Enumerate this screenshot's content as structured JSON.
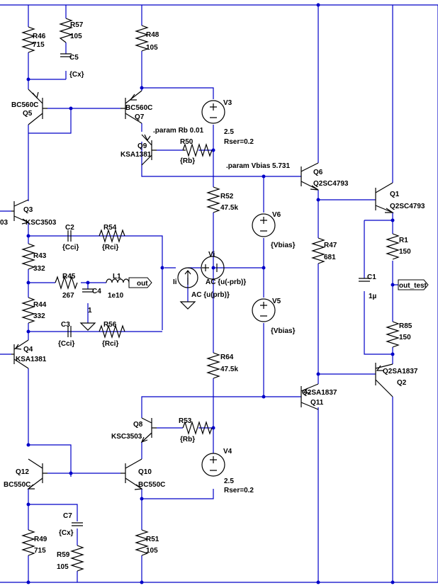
{
  "components": {
    "R46": {
      "name": "R46",
      "value": "715"
    },
    "R57": {
      "name": "R57",
      "value": "105"
    },
    "C5": {
      "name": "C5",
      "value": "{Cx}"
    },
    "R48": {
      "name": "R48",
      "value": "105"
    },
    "Q5": {
      "name": "Q5",
      "model": "BC560C"
    },
    "Q7": {
      "name": "Q7",
      "model": "BC560C"
    },
    "V3": {
      "name": "V3",
      "value": "2.5",
      "rser": "Rser=0.2"
    },
    "Q9": {
      "name": "Q9",
      "model": "KSA1381"
    },
    "R50": {
      "name": "R50",
      "value": "{Rb}"
    },
    "Q3": {
      "name": "Q3",
      "model": "KSC3503",
      "model_left": "03"
    },
    "C2": {
      "name": "C2",
      "value": "{Cci}"
    },
    "R54": {
      "name": "R54",
      "value": "{Rci}"
    },
    "R43": {
      "name": "R43",
      "value": "332"
    },
    "R45": {
      "name": "R45",
      "value": "267"
    },
    "C4": {
      "name": "C4",
      "value": "1"
    },
    "L1": {
      "name": "L1",
      "value": "1e10"
    },
    "R44": {
      "name": "R44",
      "value": "332"
    },
    "C3": {
      "name": "C3",
      "value": "{Cci}"
    },
    "R56": {
      "name": "R56",
      "value": "{Rci}"
    },
    "Q4": {
      "name": "Q4",
      "model": "KSA1381"
    },
    "R52": {
      "name": "R52",
      "value": "47.5k"
    },
    "Vi": {
      "name": "Vi",
      "value": "AC {u(-prb)}"
    },
    "Ii": {
      "name": "Ii",
      "value": "AC {u(prb)}"
    },
    "V6": {
      "name": "V6",
      "value": "{Vbias}"
    },
    "V5": {
      "name": "V5",
      "value": "{Vbias}"
    },
    "R64": {
      "name": "R64",
      "value": "47.5k"
    },
    "Q6": {
      "name": "Q6",
      "model": "Q2SC4793"
    },
    "Q1": {
      "name": "Q1",
      "model": "Q2SC4793"
    },
    "R47": {
      "name": "R47",
      "value": "681"
    },
    "R1": {
      "name": "R1",
      "value": "150"
    },
    "C1": {
      "name": "C1",
      "value": "1µ"
    },
    "R85": {
      "name": "R85",
      "value": "150"
    },
    "Q11": {
      "name": "Q11",
      "model": "Q2SA1837"
    },
    "Q2": {
      "name": "Q2",
      "model": "Q2SA1837"
    },
    "Q8": {
      "name": "Q8",
      "model": "KSC3503"
    },
    "R53": {
      "name": "R53",
      "value": "{Rb}"
    },
    "V4": {
      "name": "V4",
      "value": "2.5",
      "rser": "Rser=0.2"
    },
    "Q12": {
      "name": "Q12",
      "model": "BC550C"
    },
    "Q10": {
      "name": "Q10",
      "model": "BC550C"
    },
    "C7": {
      "name": "C7",
      "value": "{Cx}"
    },
    "R49": {
      "name": "R49",
      "value": "715"
    },
    "R59": {
      "name": "R59",
      "value": "105"
    },
    "R51": {
      "name": "R51",
      "value": "105"
    }
  },
  "directives": {
    "rb": ".param Rb 0.01",
    "vbias": ".param Vbias 5.731"
  },
  "net_labels": {
    "out": "out",
    "out_test": "out_test"
  },
  "colors": {
    "wire": "#0000c8",
    "component": "#000000",
    "background": "#ffffff"
  }
}
